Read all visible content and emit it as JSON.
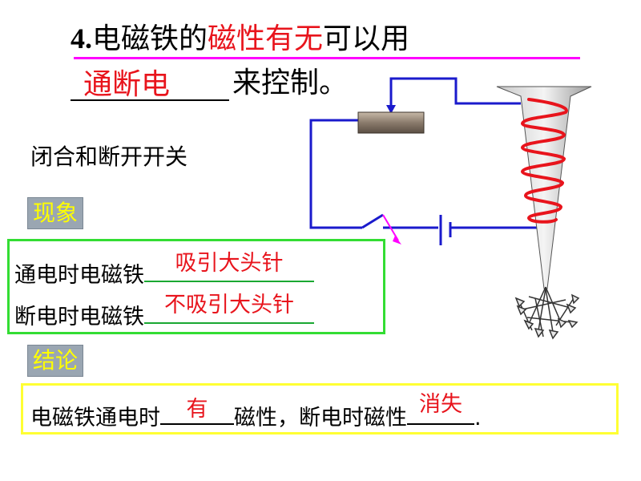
{
  "heading": {
    "number": "4.",
    "part1": "电磁铁的",
    "highlight": "磁性有无",
    "part2": "可以用",
    "answer": "通断电",
    "part3": "来控制。"
  },
  "instruction": "闭合和断开开关",
  "phenomenon": {
    "label": "现象",
    "row1_prefix": "通电时电磁铁",
    "row1_answer": "吸引大头针",
    "row2_prefix": "断电时电磁铁",
    "row2_answer": "不吸引大头针"
  },
  "conclusion": {
    "label": "结论",
    "part1": "电磁铁通电时",
    "answer1": "有",
    "part2": "磁性，断电时磁性",
    "answer2": "消失",
    "part3": "."
  },
  "colors": {
    "accent_red": "#e8141c",
    "magenta": "#ff00ff",
    "wire_blue": "#1a1acc",
    "label_bg": "#9aa6b2",
    "label_text": "#ffff00",
    "green_border": "#33dd33",
    "yellow_border": "#ffff33"
  }
}
